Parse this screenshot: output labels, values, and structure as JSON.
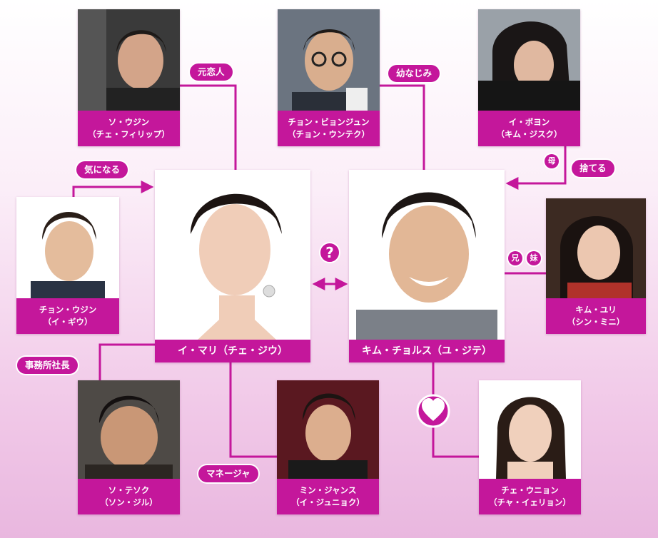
{
  "characters": {
    "mari": {
      "line1": "イ・マリ（チェ・ジウ）",
      "line2": ""
    },
    "cheolsu": {
      "line1": "キム・チョルス（ユ・ジテ）",
      "line2": ""
    },
    "soujin": {
      "line1": "ソ・ウジン",
      "line2": "（チェ・フィリップ）"
    },
    "byeongjun": {
      "line1": "チョン・ビョンジュン",
      "line2": "（チョン・ウンテク）"
    },
    "bojin": {
      "line1": "イ・ボヨン",
      "line2": "（キム・ジスク）"
    },
    "woojin": {
      "line1": "チョン・ウジン",
      "line2": "（イ・ギウ）"
    },
    "yuri": {
      "line1": "キム・ユリ",
      "line2": "（シン・ミニ）"
    },
    "tesok": {
      "line1": "ソ・テソク",
      "line2": "（ソン・ジル）"
    },
    "jangsu": {
      "line1": "ミン・ジャンス",
      "line2": "（イ・ジュニョク）"
    },
    "wunyon": {
      "line1": "チェ・ウニョン",
      "line2": "（チャ・イェリョン）"
    }
  },
  "relations": {
    "ex_lover": "元恋人",
    "childhood_friend": "幼なじみ",
    "abandon": "捨てる",
    "mother": "母",
    "interested": "気になる",
    "brother": "兄",
    "sister": "妹",
    "office_president": "事務所社長",
    "manager": "マネージャ",
    "unknown": "?"
  },
  "colors": {
    "accent": "#c4179b",
    "heart": "#c4179b"
  }
}
